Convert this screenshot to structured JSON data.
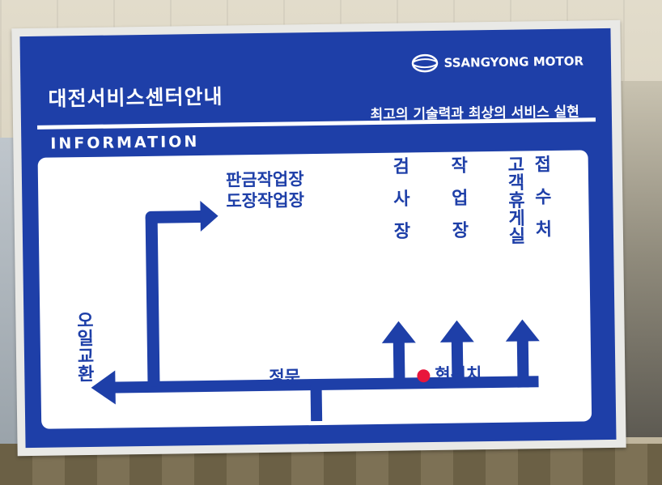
{
  "sign": {
    "title": "대전서비스센터안내",
    "brand": "SSANGYONG MOTOR",
    "slogan": "최고의 기술력과 최상의 서비스 실현",
    "info_label": "INFORMATION",
    "colors": {
      "blue": "#1e3fa8",
      "white": "#ffffff",
      "red_dot": "#e8163c"
    }
  },
  "map": {
    "panel_area": "판금작업장",
    "paint_area": "도장작업장",
    "inspection": "검사장",
    "workshop": "작업장",
    "customer_lounge": "고객휴게실",
    "reception": "접수처",
    "oil_change": "오일교환",
    "main_gate": "정문",
    "current_location": "현위치"
  }
}
